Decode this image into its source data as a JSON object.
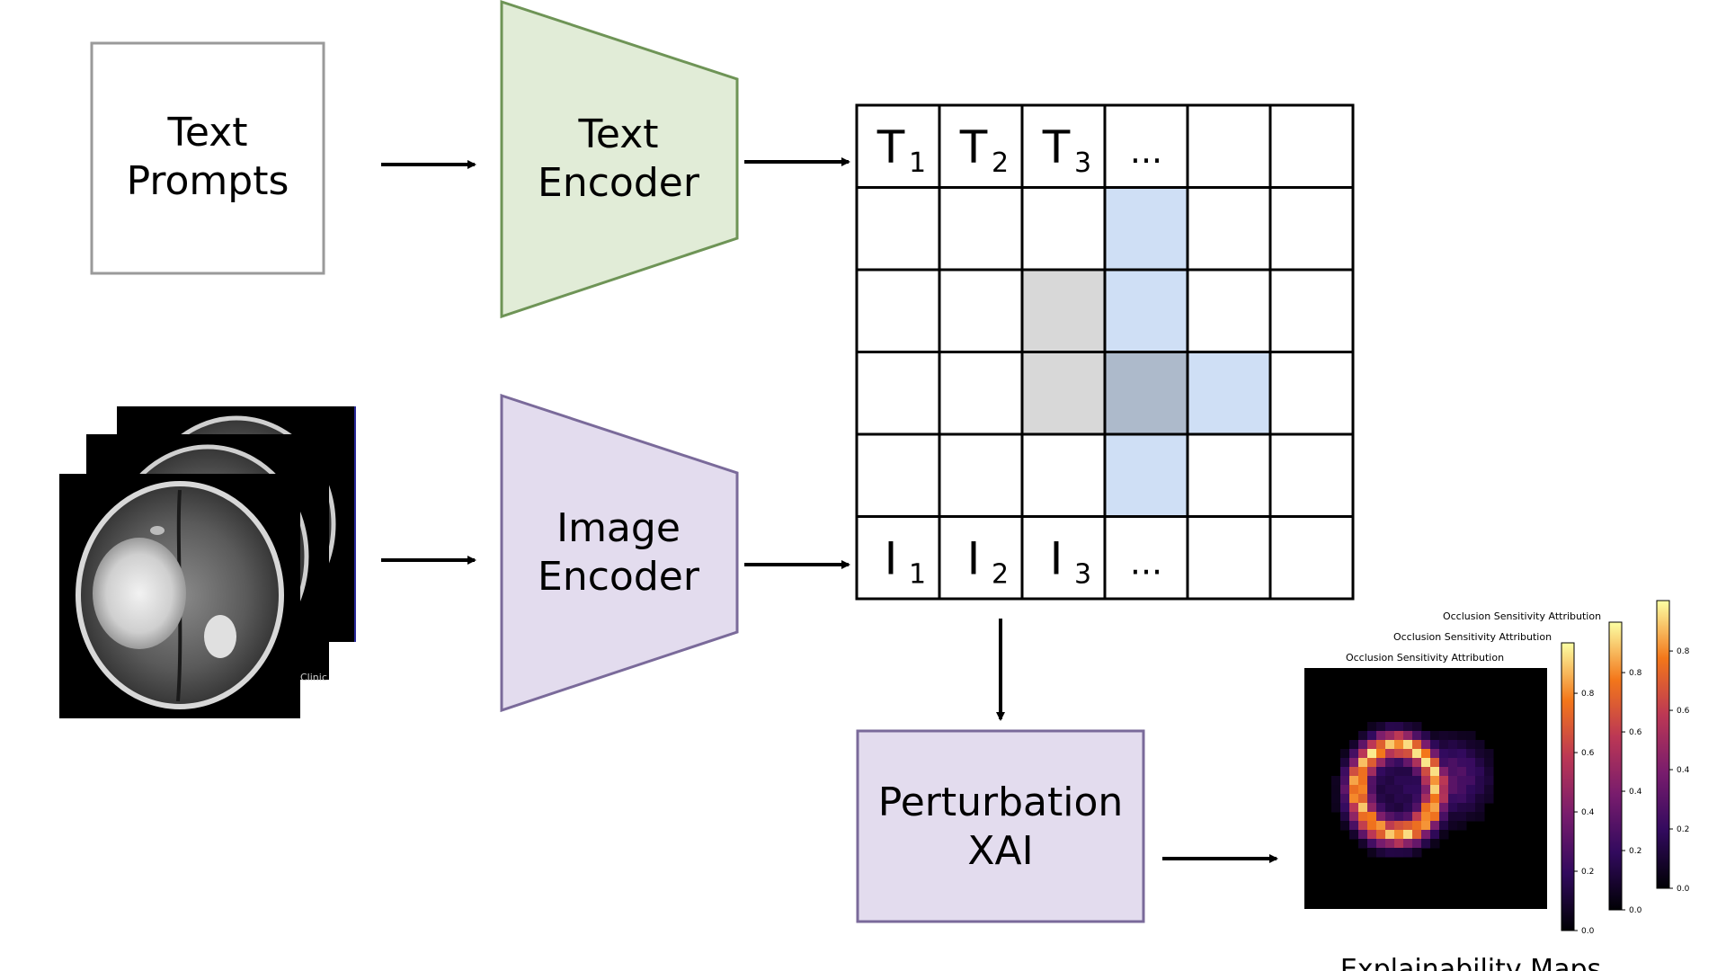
{
  "text_prompts": {
    "line1": "Text",
    "line2": "Prompts"
  },
  "text_encoder": {
    "line1": "Text",
    "line2": "Encoder",
    "fill": "#e1ecd7",
    "stroke": "#6e9456"
  },
  "image_encoder": {
    "line1": "Image",
    "line2": "Encoder",
    "fill": "#e3dcee",
    "stroke": "#7a6a9a"
  },
  "perturbation": {
    "line1": "Perturbation",
    "line2": "XAI",
    "fill": "#e3dcee",
    "stroke": "#7a6a9a"
  },
  "matrix": {
    "text_row": [
      {
        "base": "T",
        "sub": "1"
      },
      {
        "base": "T",
        "sub": "2"
      },
      {
        "base": "T",
        "sub": "3"
      },
      {
        "base": "...",
        "sub": ""
      }
    ],
    "image_row": [
      {
        "base": "I",
        "sub": "1"
      },
      {
        "base": "I",
        "sub": "2"
      },
      {
        "base": "I",
        "sub": "3"
      },
      {
        "base": "...",
        "sub": ""
      }
    ],
    "colors": {
      "blue": "#cfdff5",
      "gray": "#d8d8d8",
      "dark": "#adbacb"
    }
  },
  "attribution_maps": {
    "titles": [
      "Occlusion Sensitivity Attribution",
      "Occlusion Sensitivity Attribution",
      "Occlusion Sensitivity Attribution"
    ],
    "colorbar_ticks": [
      "0.8",
      "0.6",
      "0.4",
      "0.2",
      "0.0"
    ]
  },
  "caption": "Explainability Maps",
  "mri_watermark": "Clinic"
}
